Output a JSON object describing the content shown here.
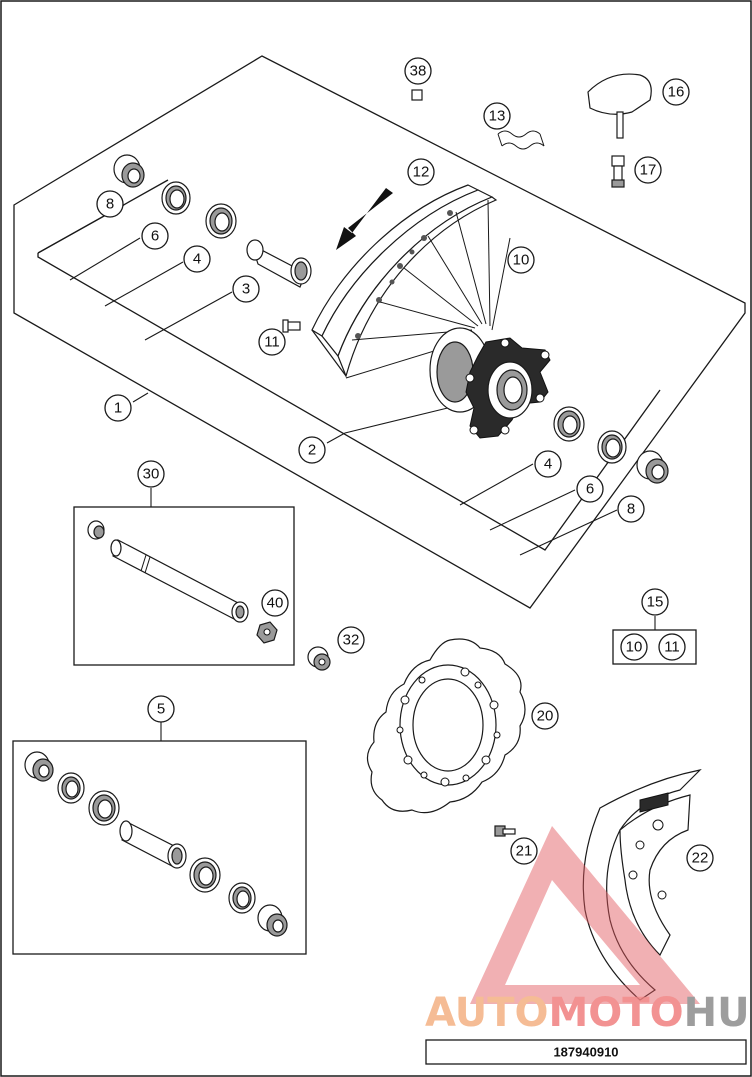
{
  "callouts": {
    "c1": "1",
    "c2": "2",
    "c3": "3",
    "c4a": "4",
    "c4b": "4",
    "c5": "5",
    "c6a": "6",
    "c6b": "6",
    "c8a": "8",
    "c8b": "8",
    "c10": "10",
    "c11": "11",
    "c12": "12",
    "c13": "13",
    "c15": "15",
    "c15_10": "10",
    "c15_11": "11",
    "c16": "16",
    "c17": "17",
    "c20": "20",
    "c21": "21",
    "c22": "22",
    "c30": "30",
    "c32": "32",
    "c38": "38",
    "c40": "40"
  },
  "watermark": {
    "part1": "AUTO",
    "part2": "MOTO",
    "part3": "HUB",
    "colors": {
      "auto": "#f4b183",
      "moto": "#f08080",
      "hub": "#8c8c8c",
      "triangle": "#e0565b"
    }
  },
  "document_number": "187940910"
}
